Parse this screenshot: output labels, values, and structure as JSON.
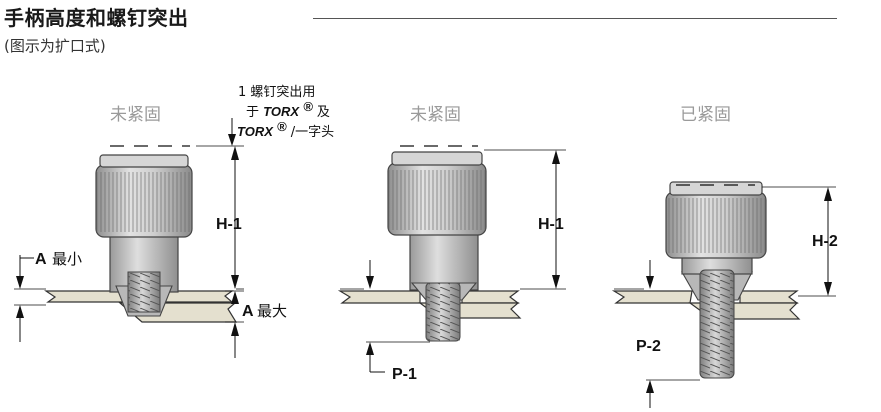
{
  "title": "手柄高度和螺钉突出",
  "subtitle": "(图示为扩口式)",
  "figures": [
    {
      "status": "未紧固",
      "height_label": "H-1",
      "a_min_letter": "A",
      "a_min_text": "最小",
      "a_max_letter": "A",
      "a_max_text": "最大"
    },
    {
      "status": "未紧固",
      "height_label": "H-1",
      "protrusion_label": "P-1"
    },
    {
      "status": "已紧固",
      "height_label": "H-2",
      "protrusion_label": "P-2"
    }
  ],
  "note": {
    "line1": "1 螺钉突出用",
    "line2_prefix": "于",
    "torx": "TORX",
    "reg": "®",
    "line2_suffix": "及",
    "line3_suffix": "/一字头"
  },
  "colors": {
    "panel": "#e4e0cf",
    "knob": "#c9c9c9",
    "status_text": "#9a9a9a"
  }
}
